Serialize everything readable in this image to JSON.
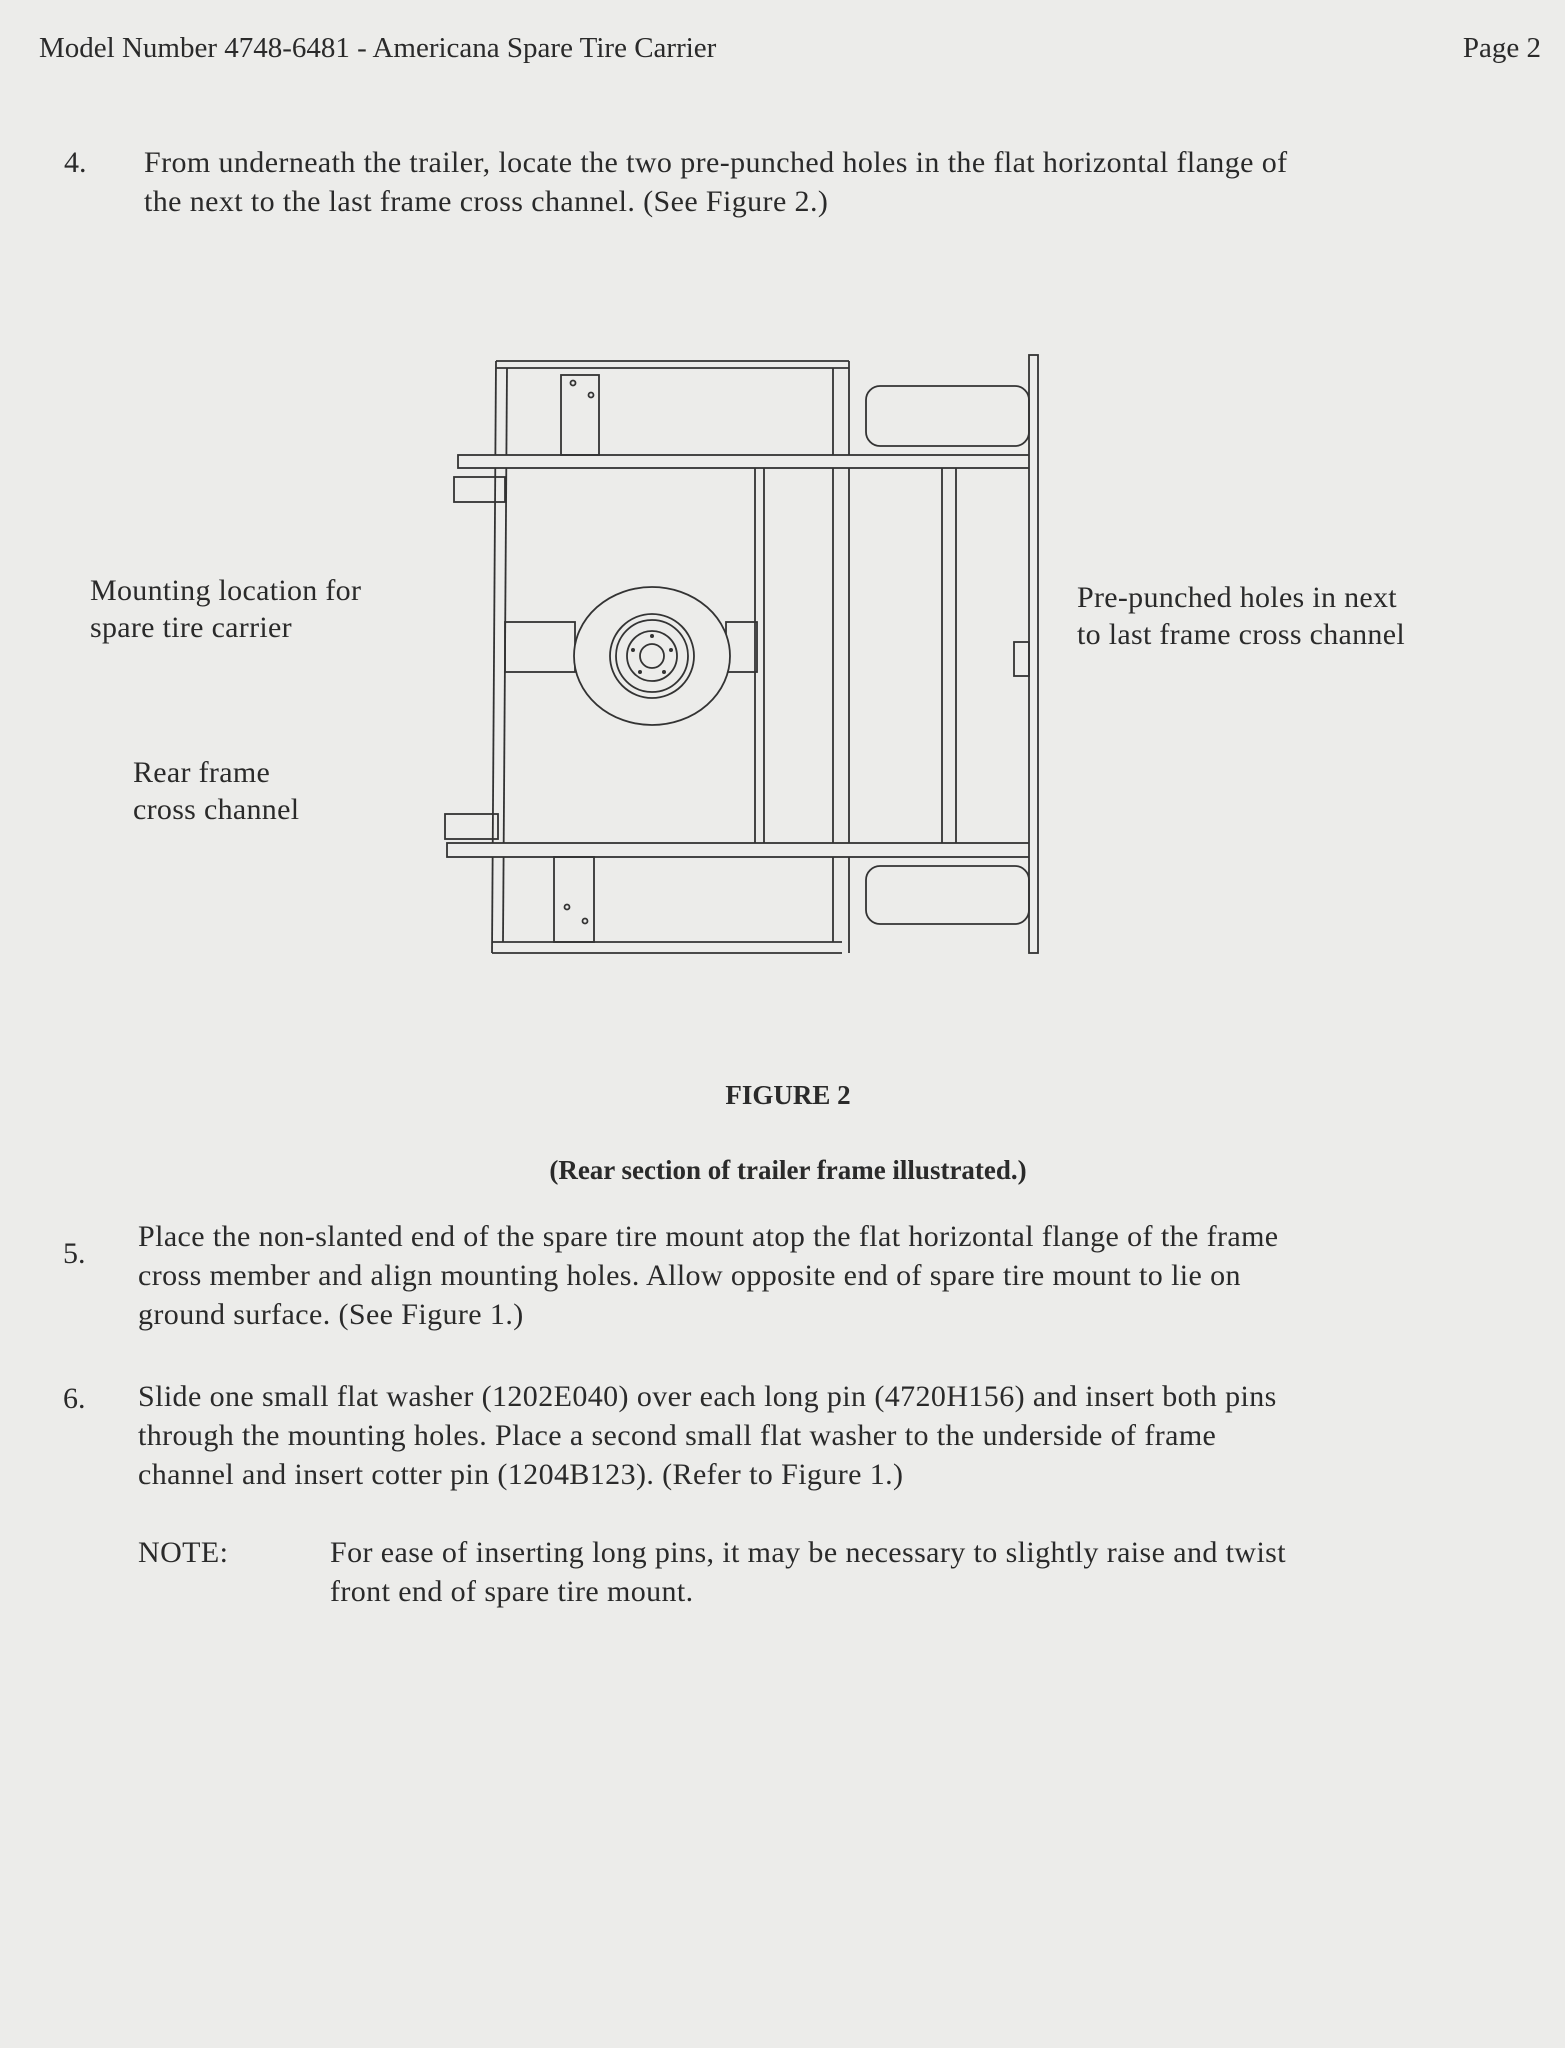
{
  "header": {
    "title": "Model Number 4748-6481 - Americana Spare Tire Carrier",
    "page": "Page 2"
  },
  "steps": [
    {
      "number": "4.",
      "lines": [
        "From underneath the trailer, locate the two pre-punched holes in the flat horizontal flange of",
        "the next to the last frame cross channel.  (See Figure 2.)"
      ]
    },
    {
      "number": "5.",
      "lines": [
        "Place the non-slanted end of the spare tire mount atop the flat horizontal flange of the frame",
        "cross member and align mounting holes.  Allow opposite end of spare tire mount to lie on",
        "ground surface.  (See Figure 1.)"
      ]
    },
    {
      "number": "6.",
      "lines": [
        "Slide one small flat washer (1202E040) over each long pin (4720H156) and insert both pins",
        "through the mounting holes.  Place a second small flat washer to the underside of frame",
        "channel and insert cotter pin (1204B123).  (Refer to Figure 1.)"
      ]
    }
  ],
  "figure": {
    "labels": {
      "mounting": [
        "Mounting location for",
        "spare tire carrier"
      ],
      "rear": [
        "Rear frame",
        "cross channel"
      ],
      "prepunched": [
        "Pre-punched holes in next",
        "to last frame cross channel"
      ]
    },
    "title": "FIGURE 2",
    "caption": "(Rear section of trailer frame illustrated.)"
  },
  "note": {
    "label": "NOTE:",
    "lines": [
      "For ease of inserting long pins, it may be necessary to slightly raise and twist",
      "front end of spare tire mount."
    ]
  }
}
